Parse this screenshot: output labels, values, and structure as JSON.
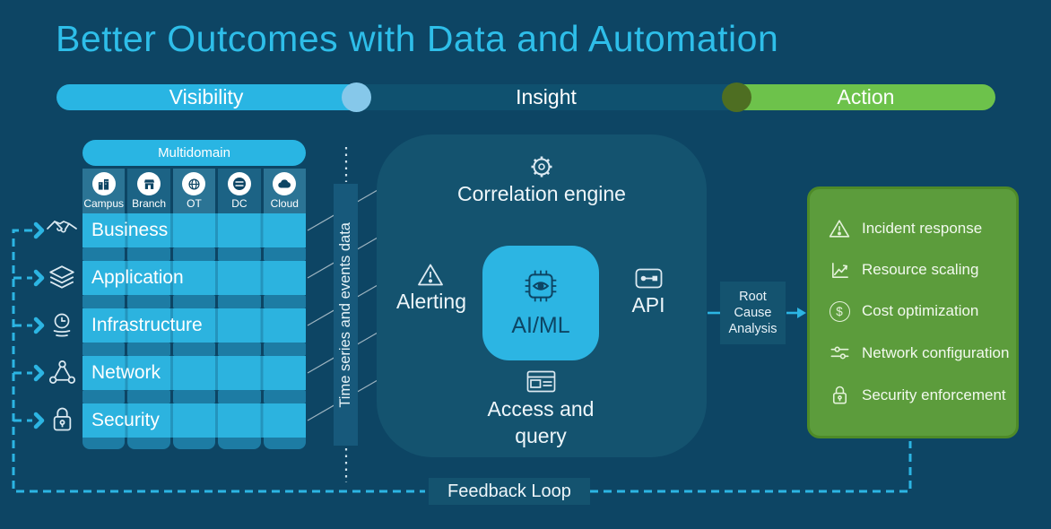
{
  "title": "Better Outcomes with Data and Automation",
  "pipeline": {
    "stages": [
      {
        "label": "Visibility"
      },
      {
        "label": "Insight"
      },
      {
        "label": "Action"
      }
    ]
  },
  "multidomain": {
    "label": "Multidomain",
    "domains": [
      {
        "label": "Campus",
        "icon": "campus-buildings-icon"
      },
      {
        "label": "Branch",
        "icon": "branch-storefront-icon"
      },
      {
        "label": "OT",
        "icon": "ot-globe-icon"
      },
      {
        "label": "DC",
        "icon": "datacenter-stack-icon"
      },
      {
        "label": "Cloud",
        "icon": "cloud-icon"
      }
    ],
    "layers": [
      {
        "label": "Business",
        "icon": "handshake-icon"
      },
      {
        "label": "Application",
        "icon": "layers-icon"
      },
      {
        "label": "Infrastructure",
        "icon": "gauge-icon"
      },
      {
        "label": "Network",
        "icon": "network-nodes-icon"
      },
      {
        "label": "Security",
        "icon": "lock-icon"
      }
    ]
  },
  "data_flow": {
    "label": "Time series and events data"
  },
  "platform": {
    "correlation_engine": "Correlation engine",
    "alerting": "Alerting",
    "ai_ml": "AI/ML",
    "api": "API",
    "access_query": "Access and query"
  },
  "root_cause": {
    "label": "Root Cause Analysis"
  },
  "actions": {
    "items": [
      {
        "label": "Incident response",
        "icon": "warning-triangle-icon"
      },
      {
        "label": "Resource scaling",
        "icon": "trend-chart-icon"
      },
      {
        "label": "Cost optimization",
        "icon": "dollar-circle-icon"
      },
      {
        "label": "Network configuration",
        "icon": "sliders-icon"
      },
      {
        "label": "Security enforcement",
        "icon": "lock-icon"
      }
    ]
  },
  "feedback": {
    "label": "Feedback Loop"
  },
  "icons": {
    "dollar": "$"
  },
  "colors": {
    "background": "#0D4564",
    "accent_cyan": "#2CB5E3",
    "accent_green": "#6DC24B",
    "action_box_green": "#5C9C3C",
    "panel_blue": "#14536F",
    "row_cyan": "#2CB3DF",
    "column_teal": "#1D7CA4",
    "knob_light_blue": "#86C8EA",
    "knob_olive": "#4E6E22",
    "title_cyan": "#2EBEE9"
  }
}
